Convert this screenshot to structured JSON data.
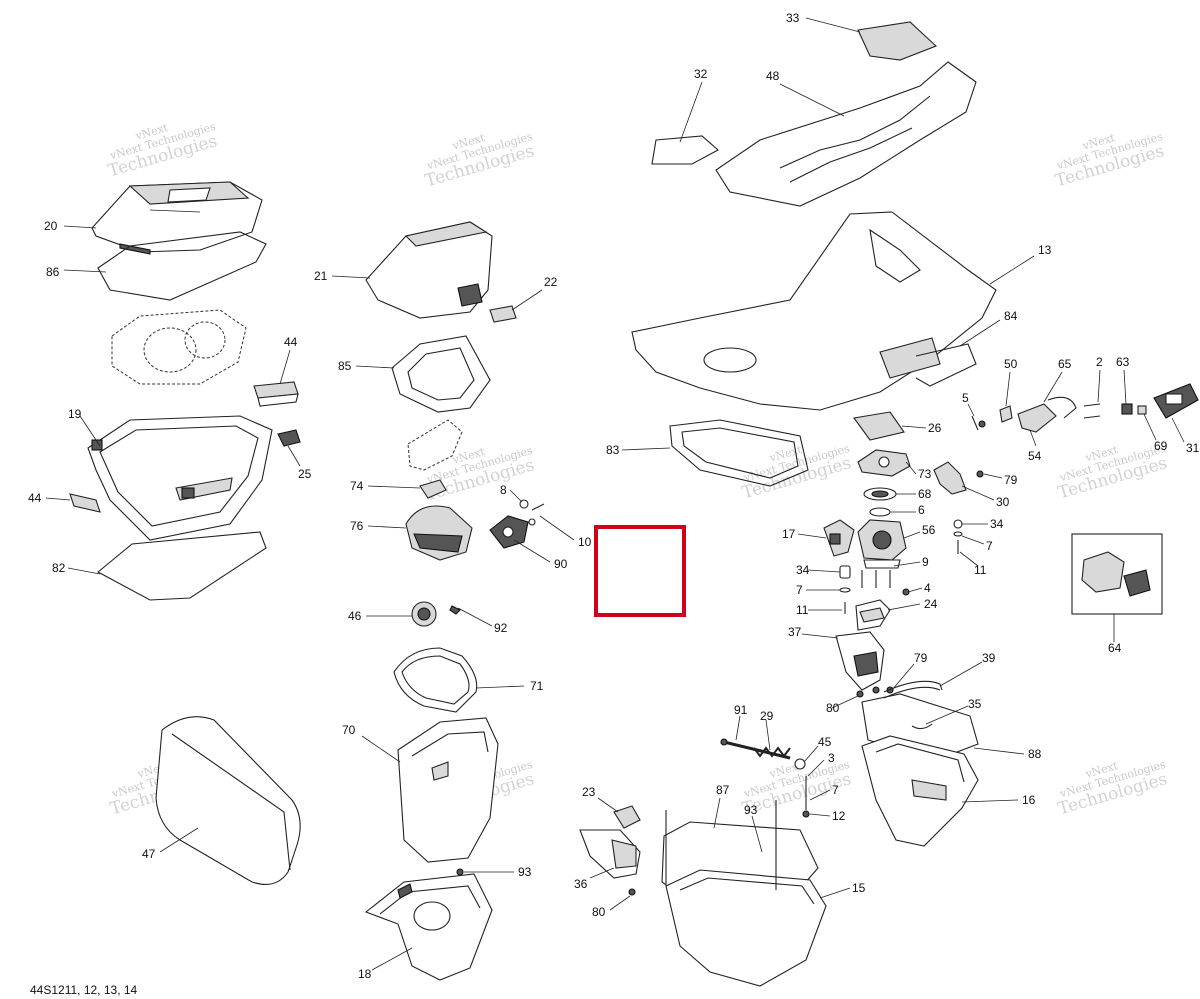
{
  "watermark": {
    "line1": "vNext",
    "line2": "Technologies",
    "small": "vNext Technologies"
  },
  "footnote": "44S1211, 12, 13, 14",
  "highlight_color": "#d0021b",
  "callouts": {
    "c33": "33",
    "c32": "32",
    "c48": "48",
    "c13": "13",
    "c84": "84",
    "c20": "20",
    "c86": "86",
    "c44a": "44",
    "c19": "19",
    "c25": "25",
    "c44b": "44",
    "c82": "82",
    "c21": "21",
    "c22": "22",
    "c85": "85",
    "c74": "74",
    "c76": "76",
    "c8": "8",
    "c10": "10",
    "c90": "90",
    "c46": "46",
    "c92": "92",
    "c71": "71",
    "c70": "70",
    "c93a": "93",
    "c18": "18",
    "c47": "47",
    "c83": "83",
    "c26": "26",
    "c73": "73",
    "c68": "68",
    "c6": "6",
    "c56": "56",
    "c17": "17",
    "c9": "9",
    "c34a": "34",
    "c7a": "7",
    "c4": "4",
    "c11a": "11",
    "c24": "24",
    "c37": "37",
    "c80a": "80",
    "c79a": "79",
    "c50": "50",
    "c65": "65",
    "c2": "2",
    "c63": "63",
    "c5": "5",
    "c54": "54",
    "c69": "69",
    "c31": "31",
    "c79b": "79",
    "c30": "30",
    "c34b": "34",
    "c7b": "7",
    "c11b": "11",
    "c64": "64",
    "c39": "39",
    "c35": "35",
    "c88": "88",
    "c16": "16",
    "c91": "91",
    "c29": "29",
    "c45": "45",
    "c3": "3",
    "c7c": "7",
    "c12": "12",
    "c23": "23",
    "c87": "87",
    "c93b": "93",
    "c36": "36",
    "c80b": "80",
    "c15": "15"
  }
}
